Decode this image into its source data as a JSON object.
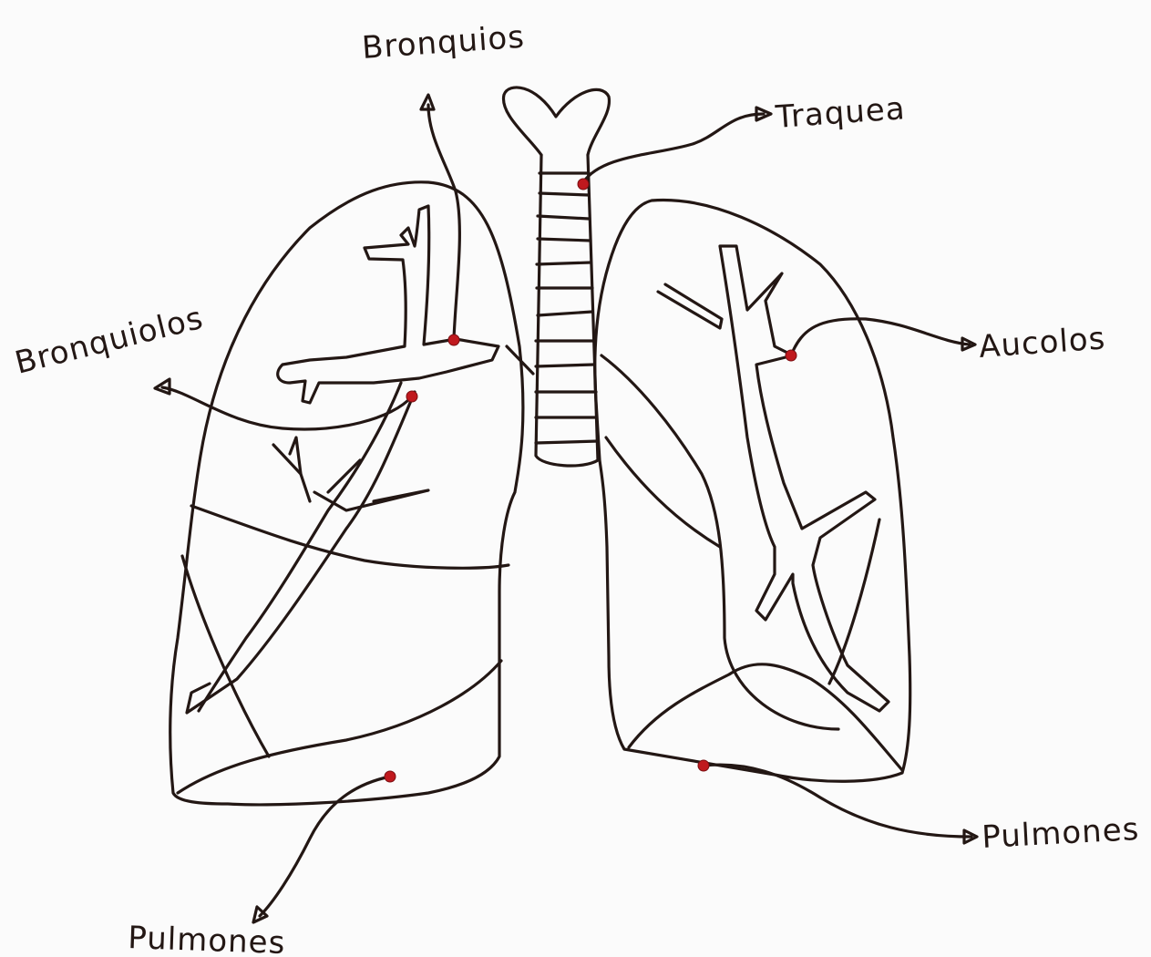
{
  "labels": {
    "bronquios": "Bronquios",
    "traquea": "Traquea",
    "bronquiolos": "Bronquiolos",
    "alveolos": "Aucolos",
    "pulmones_right": "Pulmones",
    "pulmones_left": "Pulmones"
  },
  "colors": {
    "ink": "#231714",
    "marker": "#c0191e",
    "paper": "#fbfbfb"
  }
}
